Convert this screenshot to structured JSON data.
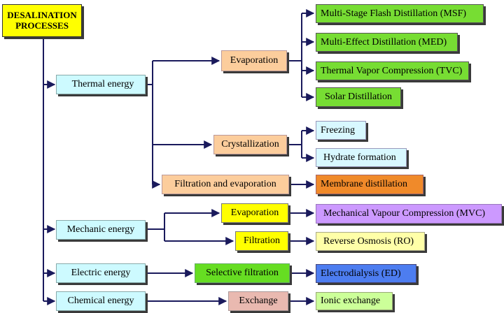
{
  "root": {
    "line1": "DESALINATION",
    "line2": "PROCESSES"
  },
  "energies": {
    "thermal": "Thermal energy",
    "mechanic": "Mechanic energy",
    "electric": "Electric energy",
    "chemical": "Chemical energy"
  },
  "processes": {
    "evaporation_thermal": "Evaporation",
    "crystallization": "Crystallization",
    "filtration_evaporation": "Filtration and evaporation",
    "evaporation_mechanic": "Evaporation",
    "filtration": "Filtration",
    "selective_filtration": "Selective filtration",
    "exchange": "Exchange"
  },
  "technologies": {
    "msf": "Multi-Stage Flash Distillation (MSF)",
    "med": "Multi-Effect Distillation (MED)",
    "tvc": "Thermal Vapor Compression (TVC)",
    "solar": "Solar Distillation",
    "freezing": "Freezing",
    "hydrate": "Hydrate formation",
    "membrane": "Membrane distillation",
    "mvc": "Mechanical Vapour Compression (MVC)",
    "ro": "Reverse Osmosis (RO)",
    "ed": "Electrodialysis (ED)",
    "ionic": "Ionic exchange"
  },
  "colors": {
    "connector": "#1a1a5c",
    "root": "#ffff00",
    "energy": "#cdfaff",
    "process_orange": "#fccd9c",
    "process_yellow": "#ffff00",
    "process_green": "#66dd22",
    "process_pink": "#e9b9b0",
    "tech_green": "#77dd33",
    "tech_light_blue": "#d8f8ff",
    "tech_dark_orange": "#f08a2a",
    "tech_purple": "#cc99ff",
    "tech_light_yellow": "#ffffa8",
    "tech_blue": "#4d7df0",
    "tech_lime": "#ccff99"
  }
}
